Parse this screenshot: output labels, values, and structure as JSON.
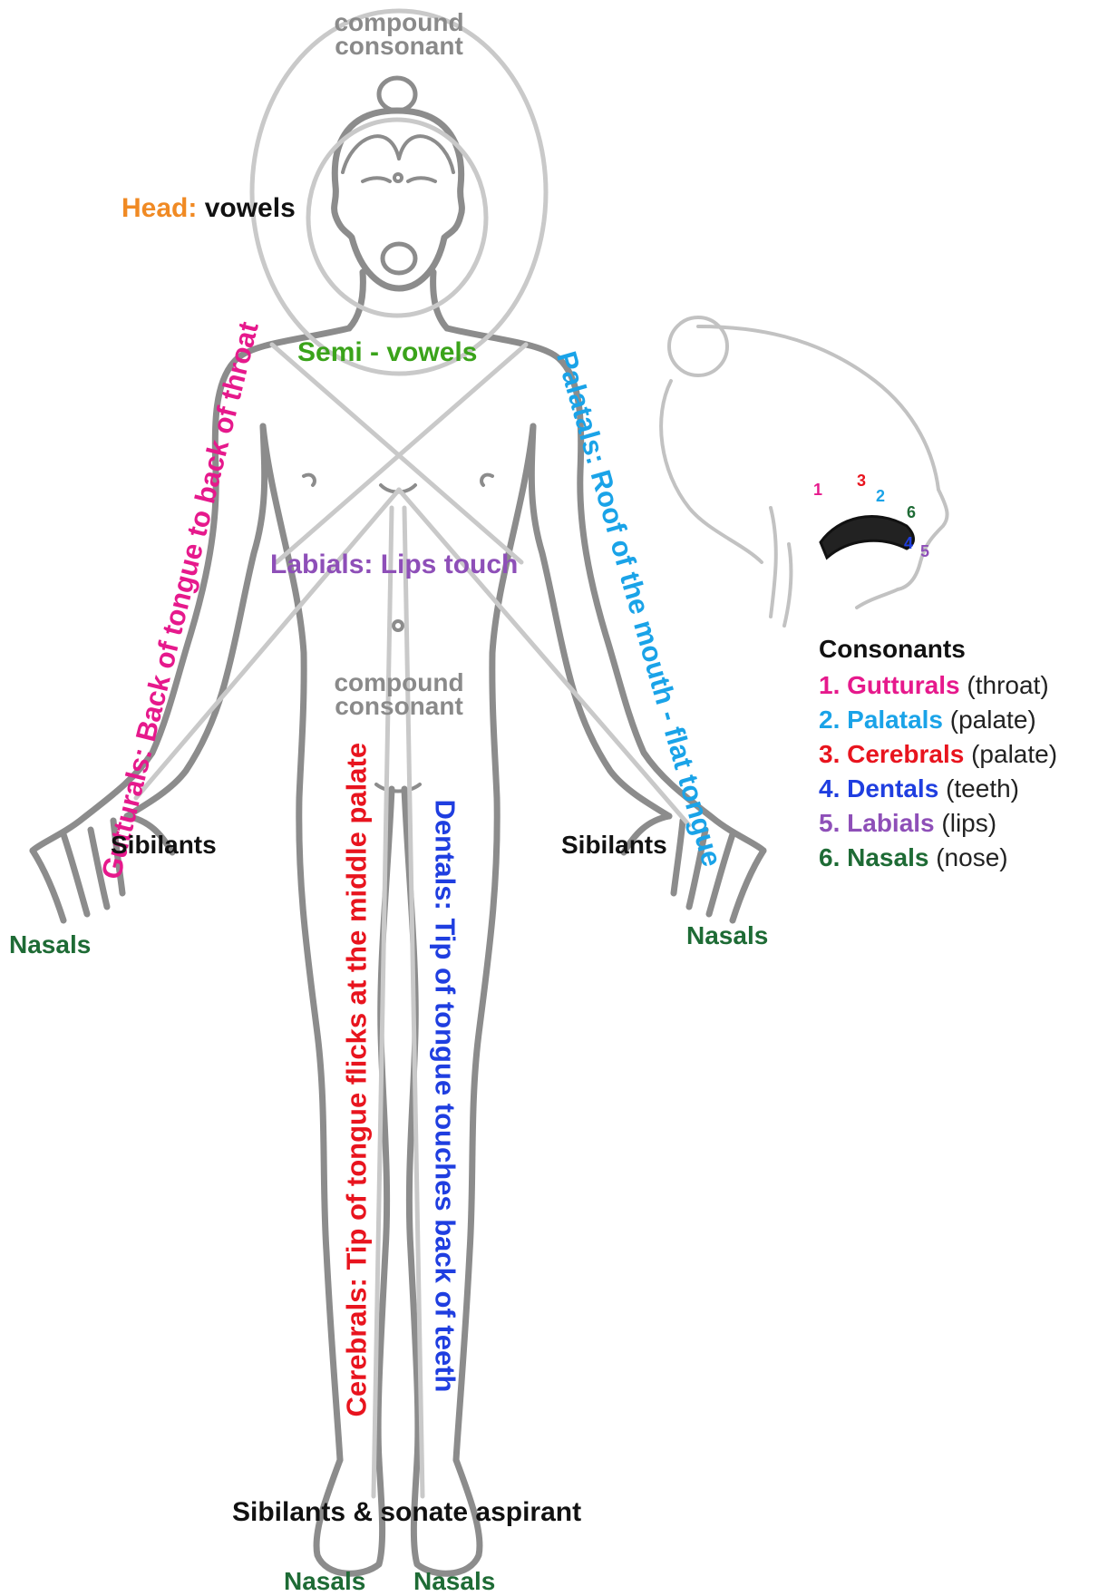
{
  "labels": {
    "compound_top": [
      "compound",
      "consonant"
    ],
    "compound_mid": [
      "compound",
      "consonant"
    ],
    "head_prefix": "Head:",
    "head_rest": "vowels",
    "semi_vowels": "Semi - vowels",
    "gutturals_arm": "Gutturals: Back of tongue to back of throat",
    "palatals_arm": "Palatals: Roof of the mouth - flat tongue",
    "labials_chest": "Labials: Lips touch",
    "cerebrals_leg": "Cerebrals: Tip of tongue flicks at the middle palate",
    "dentals_leg": "Dentals: Tip of tongue touches back of teeth",
    "sibilants_left": "Sibilants",
    "sibilants_right": "Sibilants",
    "nasals_left_hand": "Nasals",
    "nasals_right_hand": "Nasals",
    "sibilants_feet": "Sibilants & sonate aspirant",
    "nasals_left_foot": "Nasals",
    "nasals_right_foot": "Nasals"
  },
  "profile_numbers": [
    "1",
    "3",
    "2",
    "6",
    "4",
    "5"
  ],
  "legend": {
    "title": "Consonants",
    "items": [
      {
        "num": "1.",
        "name": "Gutturals",
        "desc": "(throat)",
        "color": "#e6198c"
      },
      {
        "num": "2.",
        "name": "Palatals",
        "desc": "(palate)",
        "color": "#1aa3e8"
      },
      {
        "num": "3.",
        "name": "Cerebrals",
        "desc": "(palate)",
        "color": "#e8141e"
      },
      {
        "num": "4.",
        "name": "Dentals",
        "desc": "(teeth)",
        "color": "#1f3ee0"
      },
      {
        "num": "5.",
        "name": "Labials",
        "desc": "(lips)",
        "color": "#8e4fb8"
      },
      {
        "num": "6.",
        "name": "Nasals",
        "desc": "(nose)",
        "color": "#1e6b35"
      }
    ]
  },
  "colors": {
    "head": "#f08a24",
    "semi_vowels": "#3aa31a",
    "gutturals": "#e6198c",
    "palatals": "#1aa3e8",
    "labials": "#8e4fb8",
    "cerebrals": "#e8141e",
    "dentals": "#1f3ee0",
    "nasals": "#1e6b35",
    "sibilants": "#111111",
    "compound": "#8a8a8a"
  }
}
